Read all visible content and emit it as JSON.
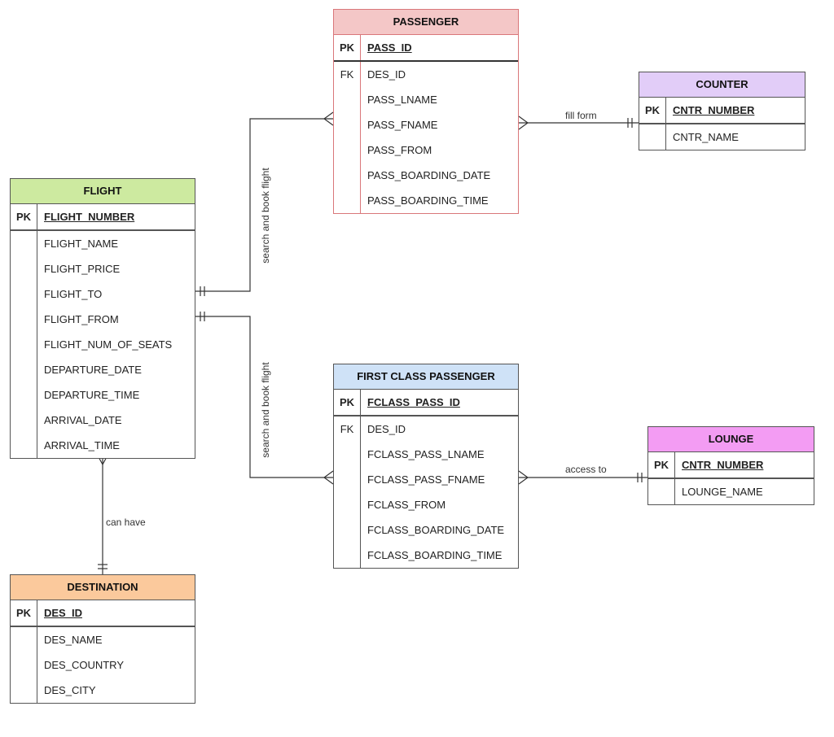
{
  "colors": {
    "passenger": "#f4c7c7",
    "counter": "#e2cdf8",
    "flight": "#cdeaa0",
    "first_class": "#cfe2f7",
    "lounge": "#f39cf3",
    "destination": "#fbc99c",
    "passenger_border": "#d9777a"
  },
  "entities": {
    "passenger": {
      "title": "PASSENGER",
      "pk_label": "PK",
      "pk": "PASS_ID",
      "fk_label": "FK",
      "fields": [
        "DES_ID",
        "PASS_LNAME",
        "PASS_FNAME",
        "PASS_FROM",
        "PASS_BOARDING_DATE",
        "PASS_BOARDING_TIME"
      ]
    },
    "counter": {
      "title": "COUNTER",
      "pk_label": "PK",
      "pk": "CNTR_NUMBER",
      "fields": [
        "CNTR_NAME"
      ]
    },
    "flight": {
      "title": "FLIGHT",
      "pk_label": "PK",
      "pk": "FLIGHT_NUMBER",
      "fields": [
        "FLIGHT_NAME",
        "FLIGHT_PRICE",
        "FLIGHT_TO",
        "FLIGHT_FROM",
        "FLIGHT_NUM_OF_SEATS",
        "DEPARTURE_DATE",
        "DEPARTURE_TIME",
        "ARRIVAL_DATE",
        "ARRIVAL_TIME"
      ]
    },
    "first_class": {
      "title": "FIRST CLASS PASSENGER",
      "pk_label": "PK",
      "pk": "FCLASS_PASS_ID",
      "fk_label": "FK",
      "fields": [
        "DES_ID",
        "FCLASS_PASS_LNAME",
        "FCLASS_PASS_FNAME",
        "FCLASS_FROM",
        "FCLASS_BOARDING_DATE",
        "FCLASS_BOARDING_TIME"
      ]
    },
    "lounge": {
      "title": "LOUNGE",
      "pk_label": "PK",
      "pk": "CNTR_NUMBER",
      "fields": [
        "LOUNGE_NAME"
      ]
    },
    "destination": {
      "title": "DESTINATION",
      "pk_label": "PK",
      "pk": "DES_ID",
      "fields": [
        "DES_NAME",
        "DES_COUNTRY",
        "DES_CITY"
      ]
    }
  },
  "relationships": {
    "fill_form": "fill form",
    "search_book_1": "search and book flight",
    "search_book_2": "search and book flight",
    "access_to": "access to",
    "can_have": "can have"
  }
}
